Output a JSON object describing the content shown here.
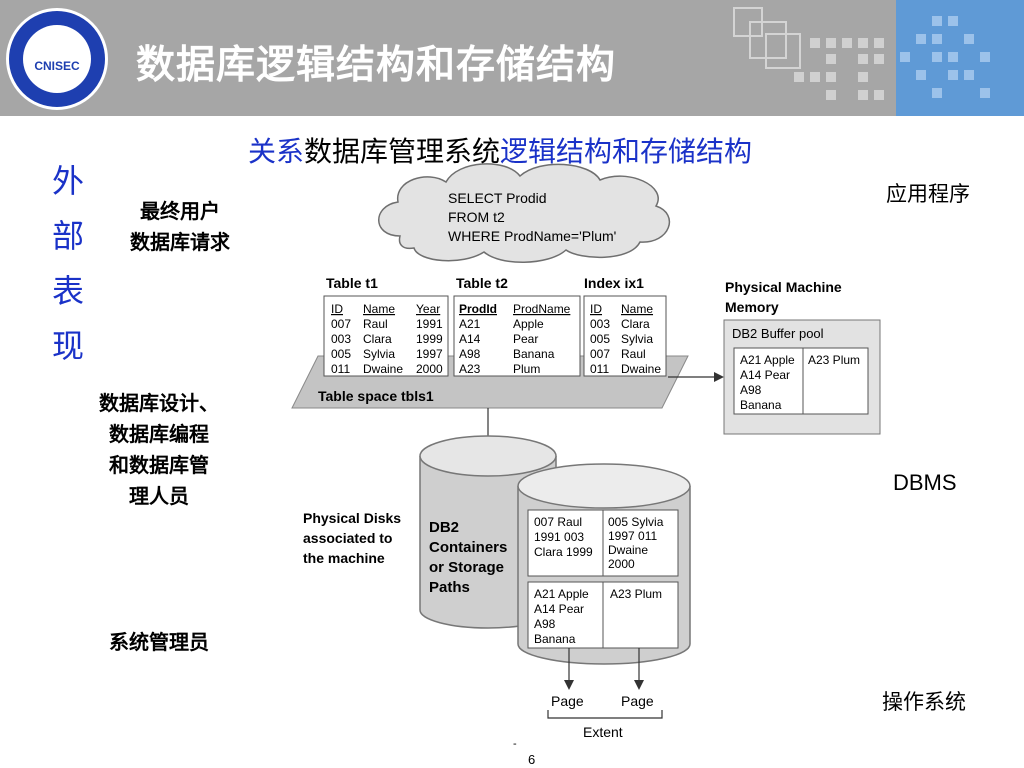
{
  "header": {
    "title": "数据库逻辑结构和存储结构",
    "logo_text": "CNISEC"
  },
  "subtitle": {
    "part1": "关系",
    "part2": "数据库管理系统",
    "part3": "逻辑结构和存储结构"
  },
  "left": {
    "vertical": [
      "外",
      "部",
      "表",
      "现"
    ],
    "end_user": [
      "最终用户",
      "数据库请求"
    ],
    "designers": [
      "数据库设计、",
      "数据库编程",
      "和数据库管",
      "理人员"
    ],
    "sysadmin": "系统管理员"
  },
  "right": {
    "application": "应用程序",
    "dbms": "DBMS",
    "os": "操作系统"
  },
  "diagram": {
    "sql": [
      "SELECT Prodid",
      "FROM t2",
      "WHERE ProdName='Plum'"
    ],
    "table_t1": {
      "title": "Table t1",
      "headers": [
        "ID",
        "Name",
        "Year"
      ],
      "rows": [
        [
          "007",
          "Raul",
          "1991"
        ],
        [
          "003",
          "Clara",
          "1999"
        ],
        [
          "005",
          "Sylvia",
          "1997"
        ],
        [
          "011",
          "Dwaine",
          "2000"
        ]
      ]
    },
    "table_t2": {
      "title": "Table t2",
      "headers": [
        "ProdId",
        "ProdName"
      ],
      "rows": [
        [
          "A21",
          "Apple"
        ],
        [
          "A14",
          "Pear"
        ],
        [
          "A98",
          "Banana"
        ],
        [
          "A23",
          "Plum"
        ]
      ]
    },
    "index_ix1": {
      "title": "Index ix1",
      "headers": [
        "ID",
        "Name"
      ],
      "rows": [
        [
          "003",
          "Clara"
        ],
        [
          "005",
          "Sylvia"
        ],
        [
          "007",
          "Raul"
        ],
        [
          "011",
          "Dwaine"
        ]
      ]
    },
    "tablespace": "Table space tbls1",
    "memory_title": [
      "Physical Machine",
      "Memory"
    ],
    "buffer_pool": "DB2 Buffer pool",
    "buffer_cells": [
      [
        "A21 Apple",
        "A14 Pear",
        "A98",
        "Banana"
      ],
      [
        "A23 Plum"
      ]
    ],
    "disks_label": [
      "Physical Disks",
      "associated to",
      "the machine"
    ],
    "containers_label": [
      "DB2",
      "Containers",
      "or Storage",
      "Paths"
    ],
    "disk_cells": [
      [
        "007  Raul",
        "1991  003",
        "Clara 1999"
      ],
      [
        "005  Sylvia",
        "1997 011",
        "Dwaine",
        "2000"
      ],
      [
        "A21  Apple",
        "A14  Pear",
        "A98",
        "Banana"
      ],
      [
        "A23   Plum"
      ]
    ],
    "pages": [
      "Page",
      "Page"
    ],
    "extent": "Extent"
  },
  "footer": {
    "dash": "-",
    "page_number": "6"
  }
}
